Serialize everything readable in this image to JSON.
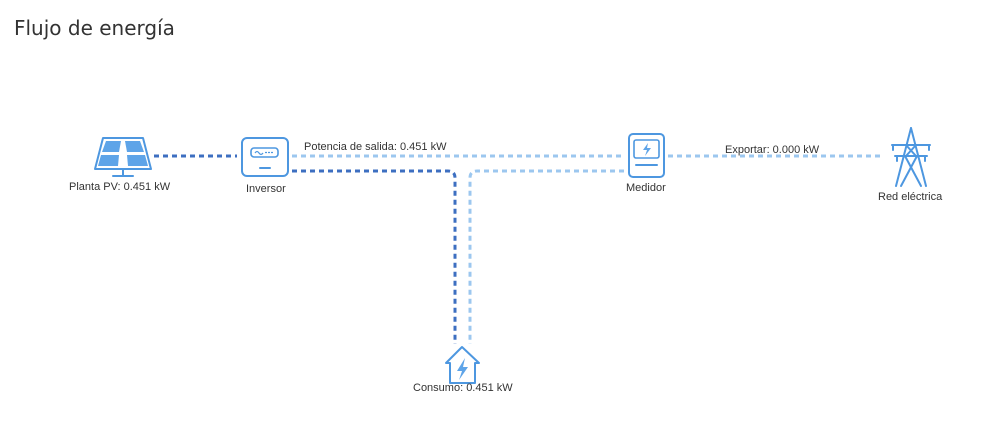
{
  "page": {
    "title": "Flujo de energía"
  },
  "nodes": {
    "pv": {
      "label": "Planta PV: 0.451 kW"
    },
    "inverter": {
      "label": "Inversor"
    },
    "meter": {
      "label": "Medidor"
    },
    "grid": {
      "label": "Red eléctrica"
    },
    "consumption": {
      "label": "Consumo: 0.451 kW"
    }
  },
  "flows": {
    "output_power": "Potencia de salida: 0.451 kW",
    "export": "Exportar: 0.000 kW"
  },
  "icons": {
    "pv": "solar-panel-icon",
    "inverter": "inverter-icon",
    "meter": "meter-icon",
    "grid": "transmission-tower-icon",
    "consumption": "house-lightning-icon"
  },
  "colors": {
    "active_line": "#3d6fc1",
    "inactive_line": "#9cc7ef",
    "icon_stroke": "#4d97e0",
    "icon_fill": "#5ea4e8"
  }
}
